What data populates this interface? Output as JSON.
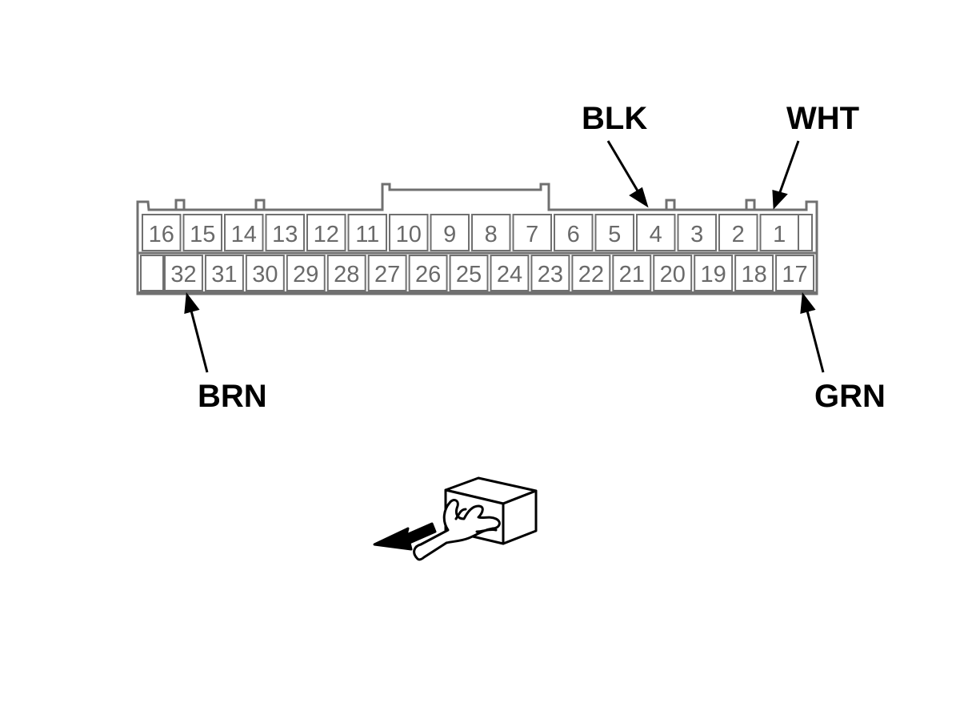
{
  "connector": {
    "top_row": [
      "16",
      "15",
      "14",
      "13",
      "12",
      "11",
      "10",
      "9",
      "8",
      "7",
      "6",
      "5",
      "4",
      "3",
      "2",
      "1"
    ],
    "bottom_row": [
      "32",
      "31",
      "30",
      "29",
      "28",
      "27",
      "26",
      "25",
      "24",
      "23",
      "22",
      "21",
      "20",
      "19",
      "18",
      "17"
    ]
  },
  "labels": {
    "blk": "BLK",
    "wht": "WHT",
    "brn": "BRN",
    "grn": "GRN"
  },
  "colors": {
    "outline": "#707070",
    "pin_text": "#6a6a6a",
    "label": "#000000"
  },
  "icons": {
    "view_direction": "hand-inserting-connector-icon"
  }
}
